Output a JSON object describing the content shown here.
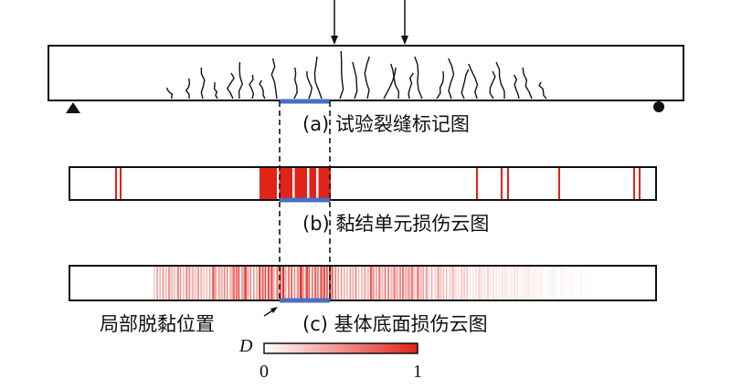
{
  "panels": {
    "a": {
      "caption": "(a) 试验裂缝标记图"
    },
    "b": {
      "caption": "(b) 黏结单元损伤云图"
    },
    "c": {
      "caption": "(c) 基体底面损伤云图"
    }
  },
  "annotation": {
    "label": "局部脱黏位置"
  },
  "legend": {
    "symbol": "D",
    "min": "0",
    "max": "1"
  },
  "colors": {
    "damage": "#e2231a",
    "debond_marker": "#4a6fc0",
    "outline": "#111111",
    "background": "#ffffff"
  }
}
